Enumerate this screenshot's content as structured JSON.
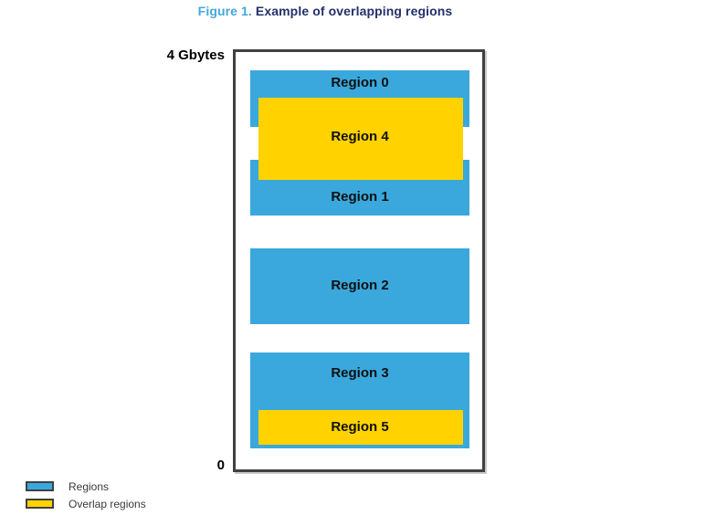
{
  "figure": {
    "number_label": "Figure 1.",
    "title": "Example of overlapping regions"
  },
  "axis": {
    "top": "4 Gbytes",
    "bottom": "0"
  },
  "regions": [
    {
      "label": "Region 0",
      "type": "region"
    },
    {
      "label": "Region 1",
      "type": "region"
    },
    {
      "label": "Region 2",
      "type": "region"
    },
    {
      "label": "Region 3",
      "type": "region"
    },
    {
      "label": "Region 4",
      "type": "overlap"
    },
    {
      "label": "Region 5",
      "type": "overlap"
    }
  ],
  "legend": [
    {
      "label": "Regions",
      "color": "#3AA8DC"
    },
    {
      "label": "Overlap regions",
      "color": "#FFD200"
    }
  ],
  "colors": {
    "region_fill": "#3AA8DC",
    "overlap_fill": "#FFD200",
    "box_border": "#3F4040",
    "figure_number_text": "#44A8DC",
    "figure_title_text": "#24306A"
  }
}
